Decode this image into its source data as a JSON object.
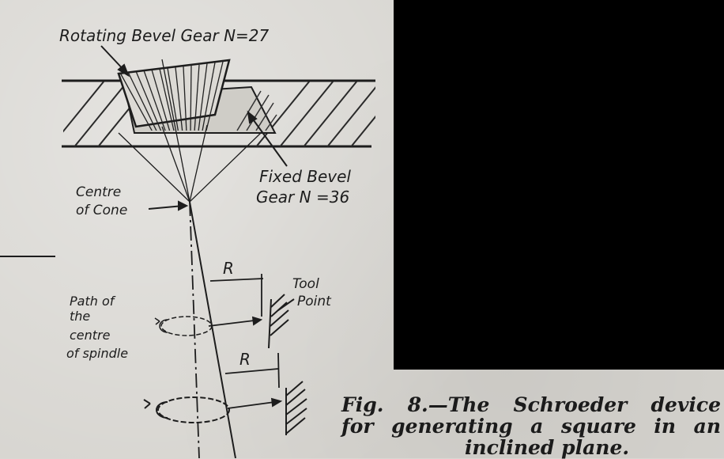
{
  "labels": {
    "rotating_gear": "Rotating Bevel Gear N=27",
    "fixed_gear_1": "Fixed Bevel",
    "fixed_gear_2": "Gear N =36",
    "centre_1": "Centre",
    "centre_2": "of Cone",
    "tool_1": "Tool",
    "tool_2": "Point",
    "path_1": "Path of",
    "path_2": "the",
    "path_3": "centre",
    "path_4": "of spindle",
    "r_upper": "R",
    "r_lower": "R"
  },
  "caption": {
    "line1": "Fig. 8.—The Schroeder device",
    "line2": "for generating a square in an",
    "line3": "inclined plane."
  },
  "colors": {
    "ink": "#1d1d1d",
    "paper": "#d6d4cf",
    "blackout": "#000000"
  }
}
